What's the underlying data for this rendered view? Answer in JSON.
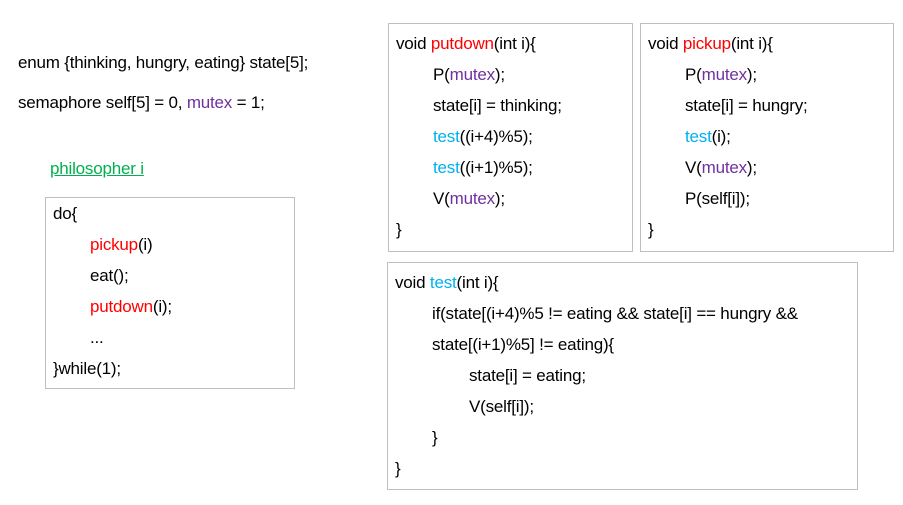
{
  "colors": {
    "black": "#000000",
    "red": "#FF0000",
    "purple": "#7030A0",
    "cyan": "#00B0F0",
    "green": "#00B050",
    "border": "#BFBFBF"
  },
  "declarations": {
    "lines": [
      {
        "indent": 0,
        "segments": [
          {
            "t": "enum {thinking, hungry, eating} state[5];",
            "c": "black"
          }
        ]
      },
      {
        "indent": 0,
        "segments": [
          {
            "t": "semaphore self[5] = 0, ",
            "c": "black"
          },
          {
            "t": "mutex",
            "c": "purple"
          },
          {
            "t": " = 1;",
            "c": "black"
          }
        ]
      }
    ]
  },
  "philosopher": {
    "label": "philosopher i"
  },
  "boxes": {
    "loop": {
      "lines": [
        {
          "indent": 0,
          "segments": [
            {
              "t": "do{",
              "c": "black"
            }
          ]
        },
        {
          "indent": 1,
          "segments": [
            {
              "t": "pickup",
              "c": "red"
            },
            {
              "t": "(i)",
              "c": "black"
            }
          ]
        },
        {
          "indent": 1,
          "segments": [
            {
              "t": "eat();",
              "c": "black"
            }
          ]
        },
        {
          "indent": 1,
          "segments": [
            {
              "t": "putdown",
              "c": "red"
            },
            {
              "t": "(i);",
              "c": "black"
            }
          ]
        },
        {
          "indent": 1,
          "segments": [
            {
              "t": "...",
              "c": "black"
            }
          ]
        },
        {
          "indent": 0,
          "segments": [
            {
              "t": "}while(1);",
              "c": "black"
            }
          ]
        }
      ]
    },
    "putdown": {
      "lines": [
        {
          "indent": 0,
          "segments": [
            {
              "t": "void ",
              "c": "black"
            },
            {
              "t": "putdown",
              "c": "red"
            },
            {
              "t": "(int i){",
              "c": "black"
            }
          ]
        },
        {
          "indent": 1,
          "segments": [
            {
              "t": "P(",
              "c": "black"
            },
            {
              "t": "mutex",
              "c": "purple"
            },
            {
              "t": ");",
              "c": "black"
            }
          ]
        },
        {
          "indent": 1,
          "segments": [
            {
              "t": "state[i] = thinking;",
              "c": "black"
            }
          ]
        },
        {
          "indent": 1,
          "segments": [
            {
              "t": "test",
              "c": "cyan"
            },
            {
              "t": "((i+4)%5);",
              "c": "black"
            }
          ]
        },
        {
          "indent": 1,
          "segments": [
            {
              "t": "test",
              "c": "cyan"
            },
            {
              "t": "((i+1)%5);",
              "c": "black"
            }
          ]
        },
        {
          "indent": 1,
          "segments": [
            {
              "t": "V(",
              "c": "black"
            },
            {
              "t": "mutex",
              "c": "purple"
            },
            {
              "t": ");",
              "c": "black"
            }
          ]
        },
        {
          "indent": 0,
          "segments": [
            {
              "t": "}",
              "c": "black"
            }
          ]
        }
      ]
    },
    "pickup": {
      "lines": [
        {
          "indent": 0,
          "segments": [
            {
              "t": "void ",
              "c": "black"
            },
            {
              "t": "pickup",
              "c": "red"
            },
            {
              "t": "(int i){",
              "c": "black"
            }
          ]
        },
        {
          "indent": 1,
          "segments": [
            {
              "t": "P(",
              "c": "black"
            },
            {
              "t": "mutex",
              "c": "purple"
            },
            {
              "t": ");",
              "c": "black"
            }
          ]
        },
        {
          "indent": 1,
          "segments": [
            {
              "t": "state[i] = hungry;",
              "c": "black"
            }
          ]
        },
        {
          "indent": 1,
          "segments": [
            {
              "t": "test",
              "c": "cyan"
            },
            {
              "t": "(i);",
              "c": "black"
            }
          ]
        },
        {
          "indent": 1,
          "segments": [
            {
              "t": "V(",
              "c": "black"
            },
            {
              "t": "mutex",
              "c": "purple"
            },
            {
              "t": ");",
              "c": "black"
            }
          ]
        },
        {
          "indent": 1,
          "segments": [
            {
              "t": "P(self[i]);",
              "c": "black"
            }
          ]
        },
        {
          "indent": 0,
          "segments": [
            {
              "t": "}",
              "c": "black"
            }
          ]
        }
      ]
    },
    "test": {
      "lines": [
        {
          "indent": 0,
          "segments": [
            {
              "t": "void ",
              "c": "black"
            },
            {
              "t": "test",
              "c": "cyan"
            },
            {
              "t": "(int i){",
              "c": "black"
            }
          ]
        },
        {
          "indent": 1,
          "segments": [
            {
              "t": "if(state[(i+4)%5 != eating && state[i] == hungry &&",
              "c": "black"
            }
          ]
        },
        {
          "indent": 1,
          "segments": [
            {
              "t": "state[(i+1)%5] != eating){",
              "c": "black"
            }
          ]
        },
        {
          "indent": 2,
          "segments": [
            {
              "t": "state[i] = eating;",
              "c": "black"
            }
          ]
        },
        {
          "indent": 2,
          "segments": [
            {
              "t": "V(self[i]);",
              "c": "black"
            }
          ]
        },
        {
          "indent": 1,
          "segments": [
            {
              "t": "}",
              "c": "black"
            }
          ]
        },
        {
          "indent": 0,
          "segments": [
            {
              "t": "}",
              "c": "black"
            }
          ]
        }
      ]
    }
  }
}
